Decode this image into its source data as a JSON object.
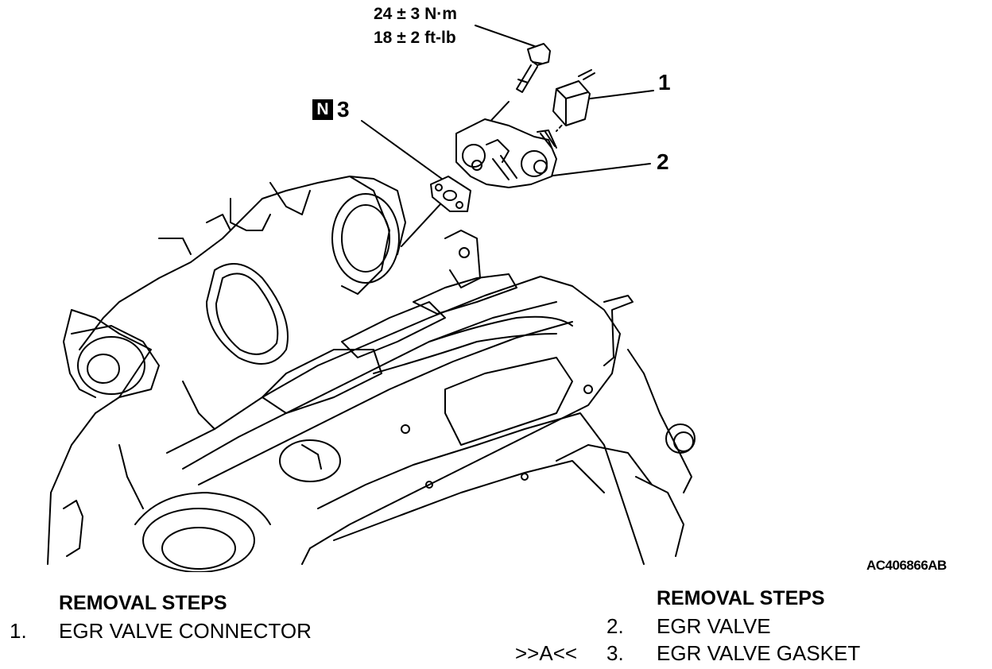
{
  "figure": {
    "torque_line1": "24 ± 3 N·m",
    "torque_line2": "18 ± 2 ft-lb",
    "n_badge": "N",
    "callouts": [
      "1",
      "2",
      "3"
    ],
    "figure_id": "AC406866AB"
  },
  "steps": {
    "left": {
      "heading": "REMOVAL STEPS",
      "items": [
        {
          "marker": "",
          "number": "1.",
          "label": "EGR VALVE CONNECTOR"
        }
      ]
    },
    "right": {
      "heading": "REMOVAL STEPS",
      "items": [
        {
          "marker": "",
          "number": "2.",
          "label": "EGR VALVE"
        },
        {
          "marker": ">>A<<",
          "number": "3.",
          "label": "EGR VALVE GASKET"
        }
      ]
    }
  }
}
